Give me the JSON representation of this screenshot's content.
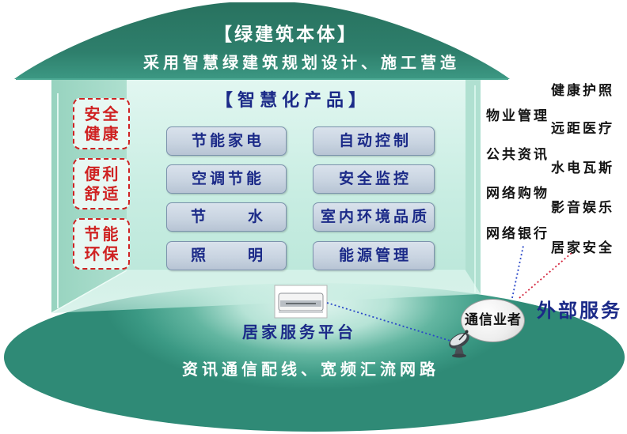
{
  "roof": {
    "title": "【绿建筑本体】",
    "subtitle": "采用智慧绿建筑规划设计、施工营造"
  },
  "values": [
    {
      "lines": [
        "安全",
        "健康"
      ]
    },
    {
      "lines": [
        "便利",
        "舒适"
      ]
    },
    {
      "lines": [
        "节能",
        "环保"
      ]
    }
  ],
  "products": {
    "title": "【智慧化产品】",
    "items": [
      "节能家电",
      "自动控制",
      "空调节能",
      "安全监控",
      "节水",
      "室内环境品质",
      "照明",
      "能源管理"
    ]
  },
  "platform": {
    "label": "居家服务平台",
    "icon": "router-icon"
  },
  "network": {
    "label": "资讯通信配线、宽频汇流网路"
  },
  "external": {
    "operator": "通信业者",
    "dish_icon": "satellite-dish-icon",
    "title": "外部服务",
    "services": [
      "健康护照",
      "物业管理",
      "远距医疗",
      "公共资讯",
      "水电瓦斯",
      "网络购物",
      "影音娱乐",
      "网络银行",
      "居家安全"
    ]
  },
  "colors": {
    "roof": "#2e7f6c",
    "ground": "#2f8a76",
    "wall": "#c8ede2",
    "navy_text": "#1b2a88",
    "red_accent": "#cf2222",
    "button_fill": "#c9d4e1",
    "link_blue": "#2a48c8",
    "link_red": "#d4243c"
  }
}
